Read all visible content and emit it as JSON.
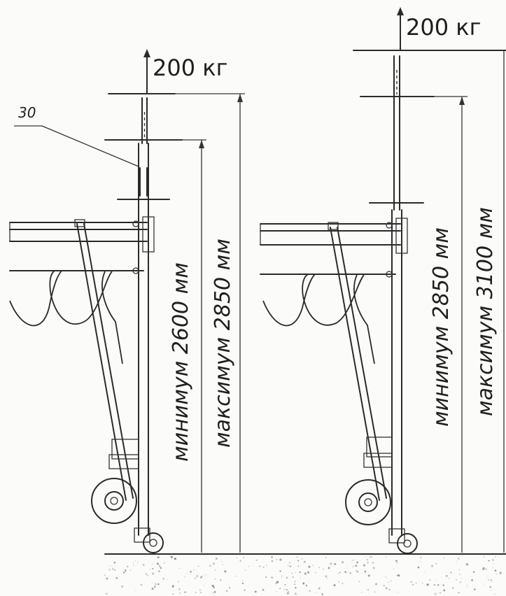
{
  "labels": {
    "load_left": "200 кг",
    "load_right": "200 кг",
    "callout_number": "30",
    "left_min": "минимум 2600 мм",
    "left_max": "максимум 2850 мм",
    "right_min": "минимум 2850 мм",
    "right_max": "максимум 3100 мм"
  },
  "colors": {
    "ink": "#2a2a2a",
    "paper": "#fbfbfa"
  }
}
